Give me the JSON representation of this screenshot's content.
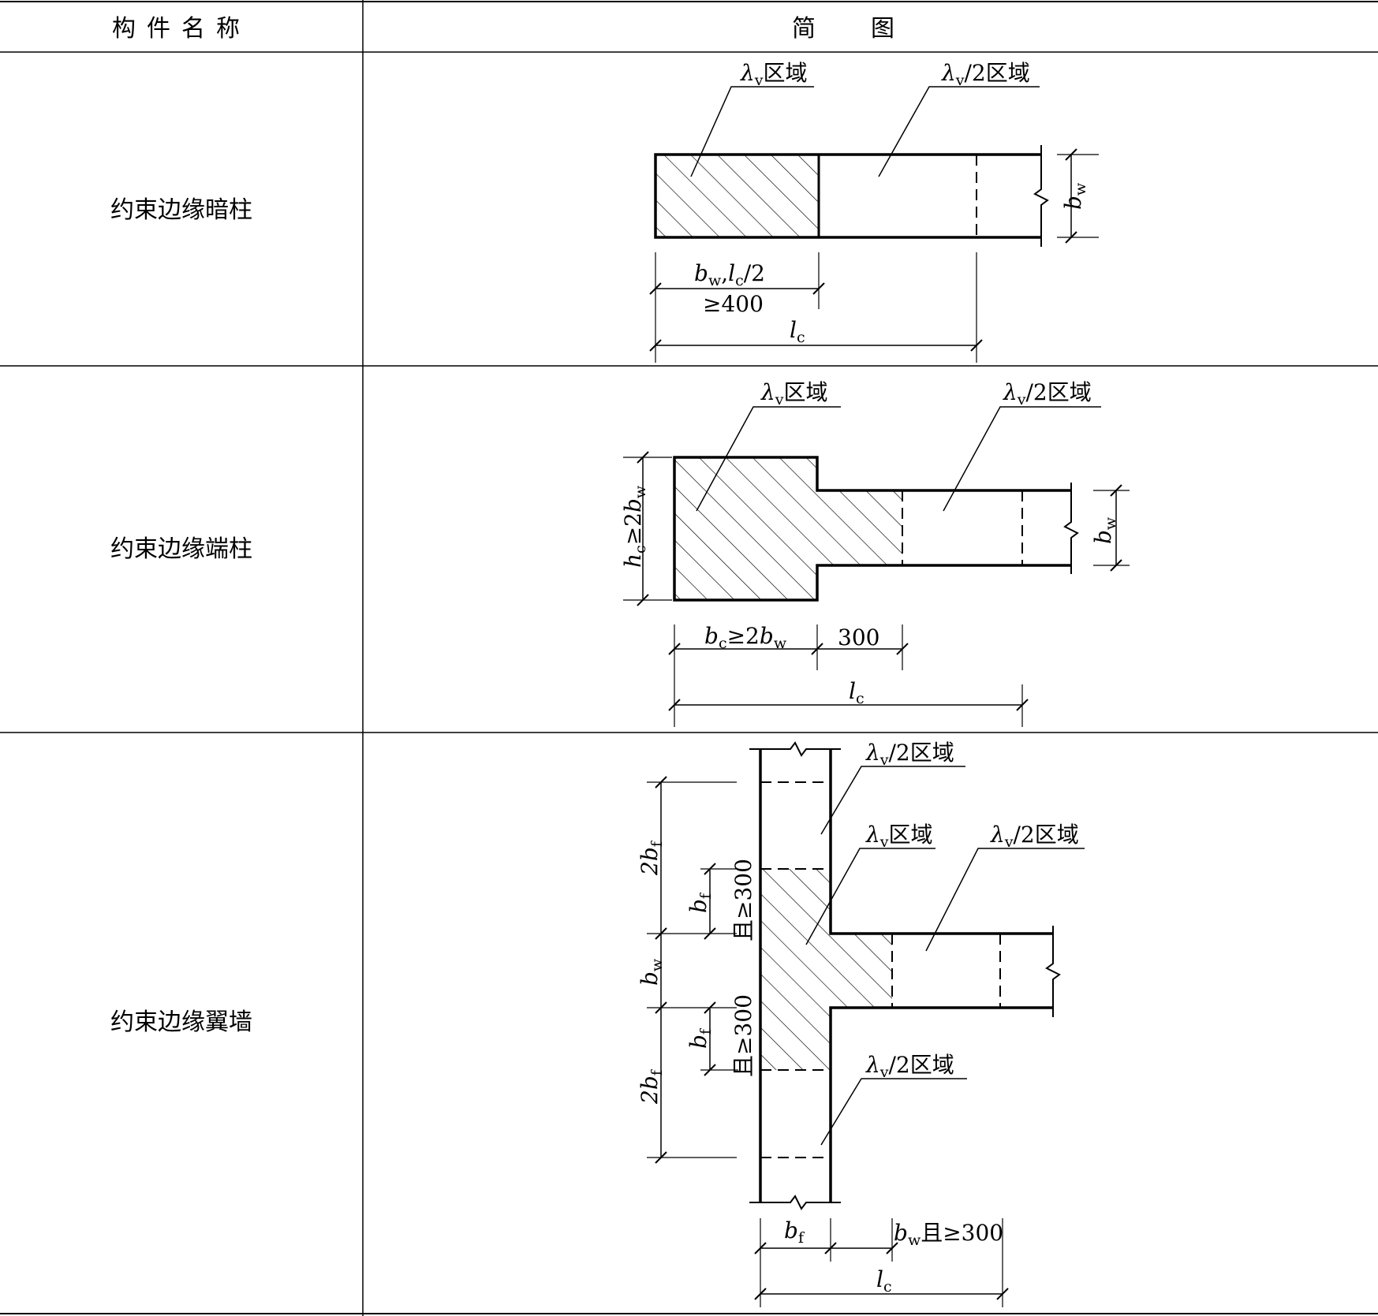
{
  "header": {
    "col1": "构件名称",
    "col2": "简图"
  },
  "rows": [
    {
      "name": "约束边缘暗柱",
      "labels": {
        "lam_zone": "区域",
        "lam_half_zone": "/2区域",
        "bw": "b",
        "bw_sub": "w",
        "dim1_a": "b",
        "dim1_a_sub": "w",
        "dim1_sep": ",",
        "dim1_b": "l",
        "dim1_b_sub": "c",
        "dim1_tail": "/2",
        "dim1_line2": "≥400",
        "lc": "l",
        "lc_sub": "c"
      }
    },
    {
      "name": "约束边缘端柱",
      "labels": {
        "lam_zone": "区域",
        "lam_half_zone": "/2区域",
        "hc": "h",
        "hc_sub": "c",
        "hc_tail": "≥2",
        "hc_b": "b",
        "hc_b_sub": "w",
        "bw": "b",
        "bw_sub": "w",
        "bc": "b",
        "bc_sub": "c",
        "bc_tail": "≥2",
        "bc_b": "b",
        "bc_b_sub": "w",
        "d300": "300",
        "lc": "l",
        "lc_sub": "c"
      }
    },
    {
      "name": "约束边缘翼墙",
      "labels": {
        "lam_zone": "区域",
        "lam_half_top": "/2区域",
        "lam_half_web": "/2区域",
        "lam_half_bottom": "/2区域",
        "two_bf": "2b",
        "two_bf_sub": "f",
        "bf": "b",
        "bf_sub": "f",
        "and300": "且≥300",
        "bw": "b",
        "bw_sub": "w",
        "bottom_bf": "b",
        "bottom_bf_sub": "f",
        "bottom_bw": "b",
        "bottom_bw_sub": "w",
        "bottom_bw_tail": "且≥300",
        "lc": "l",
        "lc_sub": "c"
      }
    }
  ],
  "symbols": {
    "lambda": "λ",
    "lambda_sub": "v"
  }
}
